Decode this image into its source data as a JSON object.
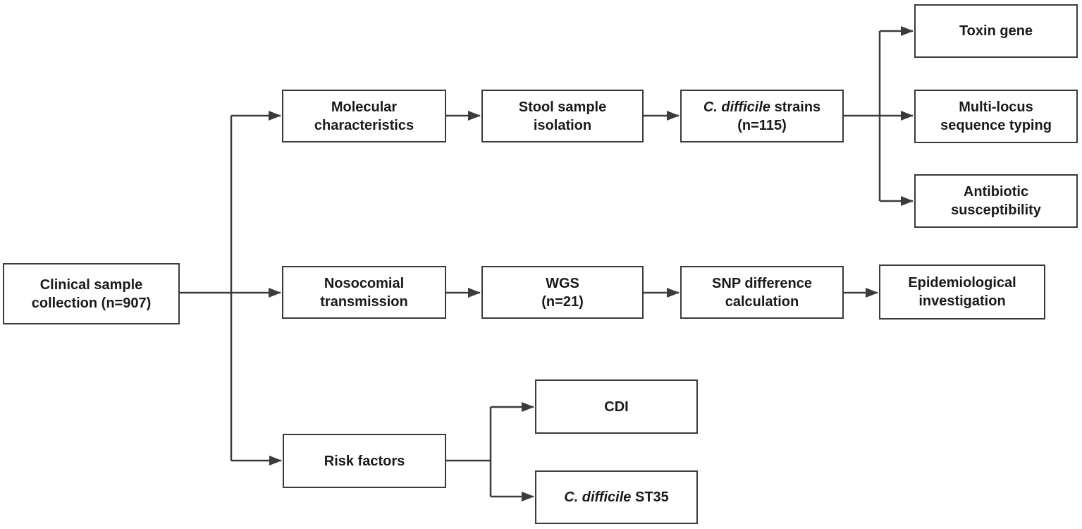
{
  "diagram": {
    "nodes": {
      "clinical": {
        "lines": [
          "Clinical sample",
          "collection (n=907)"
        ]
      },
      "molecular": {
        "lines": [
          "Molecular",
          "characteristics"
        ]
      },
      "stool": {
        "lines": [
          "Stool sample",
          "isolation"
        ]
      },
      "strains": {
        "italic": "C. difficile",
        "rest": " strains",
        "line2": "(n=115)"
      },
      "toxin": {
        "lines": [
          "Toxin gene"
        ]
      },
      "mlst": {
        "lines": [
          "Multi-locus",
          "sequence typing"
        ]
      },
      "antibiotic": {
        "lines": [
          "Antibiotic",
          "susceptibility"
        ]
      },
      "nosocomial": {
        "lines": [
          "Nosocomial",
          "transmission"
        ]
      },
      "wgs": {
        "lines": [
          "WGS",
          "(n=21)"
        ]
      },
      "snp": {
        "lines": [
          "SNP difference",
          "calculation"
        ]
      },
      "epidemiological": {
        "lines": [
          "Epidemiological",
          "investigation"
        ]
      },
      "risk": {
        "lines": [
          "Risk factors"
        ]
      },
      "cdi": {
        "lines": [
          "CDI"
        ]
      },
      "st35": {
        "italic": "C. difficile",
        "rest": " ST35"
      }
    },
    "colors": {
      "background": "#ffffff",
      "box_border": "#3b3b3b",
      "connector": "#3b3b3b",
      "text": "#1a1a1a"
    }
  }
}
